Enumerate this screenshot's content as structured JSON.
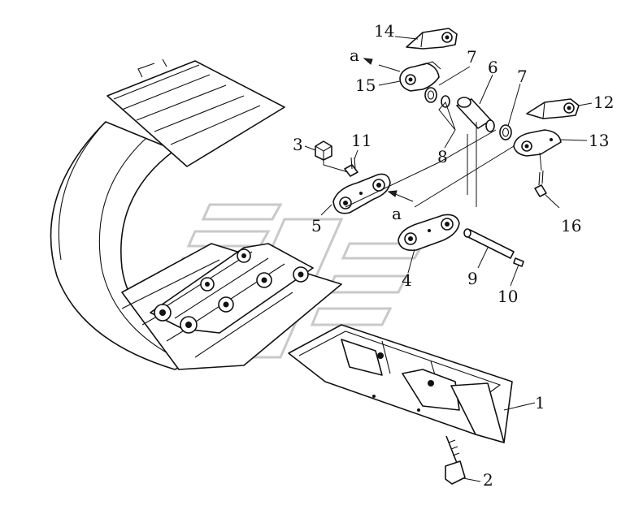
{
  "callouts": {
    "c1": "1",
    "c2": "2",
    "c3": "3",
    "c4": "4",
    "c5": "5",
    "c6": "6",
    "c7a": "7",
    "c7b": "7",
    "c8": "8",
    "c9": "9",
    "c10": "10",
    "c11": "11",
    "c12": "12",
    "c13": "13",
    "c14": "14",
    "c15": "15",
    "c16": "16",
    "a1": "a",
    "a2": "a"
  }
}
